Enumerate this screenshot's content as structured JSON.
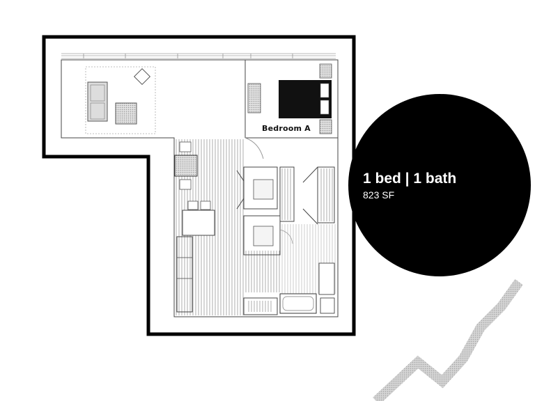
{
  "plan": {
    "room_label": "Bedroom A"
  },
  "badge": {
    "title": "1 bed | 1 bath",
    "area": "823 SF",
    "color": "#000000"
  },
  "colors": {
    "wall": "#000000",
    "fixture": "#555555",
    "floor_hatch": "#888888",
    "accent_stripe": "#bdbdbd"
  }
}
